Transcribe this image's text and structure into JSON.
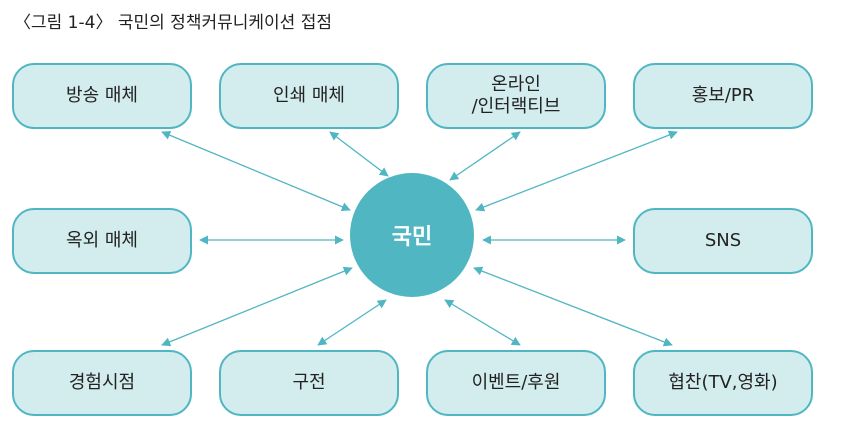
{
  "title": "〈그림 1-4〉 국민의 정책커뮤니케이션 접점",
  "center": "국민",
  "colors": {
    "node_fill": "#d3ecee",
    "node_border": "#4fb6c2",
    "center_fill": "#4fb6c2",
    "arrow": "#4fb6c2"
  },
  "nodes": [
    {
      "id": "broadcast",
      "label": "방송 매체"
    },
    {
      "id": "print",
      "label": "인쇄 매체"
    },
    {
      "id": "online",
      "label": "온라인\n/인터랙티브"
    },
    {
      "id": "pr",
      "label": "홍보/PR"
    },
    {
      "id": "outdoor",
      "label": "옥외 매체"
    },
    {
      "id": "sns",
      "label": "SNS"
    },
    {
      "id": "experience",
      "label": "경험시점"
    },
    {
      "id": "word",
      "label": "구전"
    },
    {
      "id": "event",
      "label": "이벤트/후원"
    },
    {
      "id": "sponsor",
      "label": "협찬(TV,영화)"
    }
  ]
}
